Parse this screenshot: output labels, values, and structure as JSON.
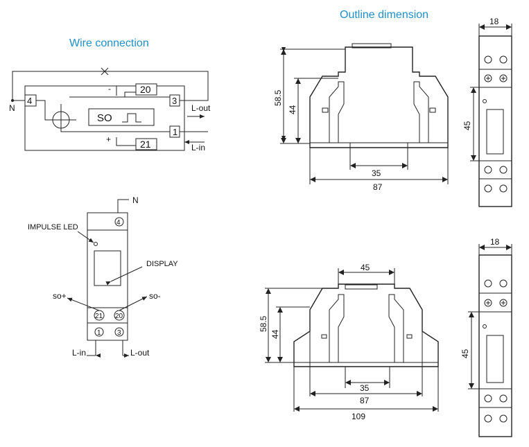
{
  "headings": {
    "wire_connection": "Wire connection",
    "outline_dimension": "Outline dimension"
  },
  "wiring": {
    "terminal_4": "4",
    "terminal_20": "20",
    "terminal_3": "3",
    "terminal_1": "1",
    "terminal_21": "21",
    "so_label": "SO",
    "minus": "-",
    "plus": "+",
    "n": "N",
    "l_out": "L-out",
    "l_in": "L-in"
  },
  "front": {
    "n": "N",
    "terminal_4": "4",
    "impulse_led": "IMPULSE LED",
    "display": "DISPLAY",
    "so_plus": "so+",
    "so_minus": "so-",
    "terminal_21": "21",
    "terminal_20": "20",
    "terminal_1": "1",
    "terminal_3": "3",
    "l_in": "L-in",
    "l_out": "L-out"
  },
  "dims_top": {
    "height_total": "58.5",
    "height_body": "44",
    "rail": "35",
    "width": "87",
    "side_width": "18",
    "side_height": "45"
  },
  "dims_bottom": {
    "top_width": "45",
    "height_total": "58.5",
    "height_body": "44",
    "rail": "35",
    "width_inner": "87",
    "width_total": "109",
    "side_width": "18",
    "side_height": "45"
  }
}
